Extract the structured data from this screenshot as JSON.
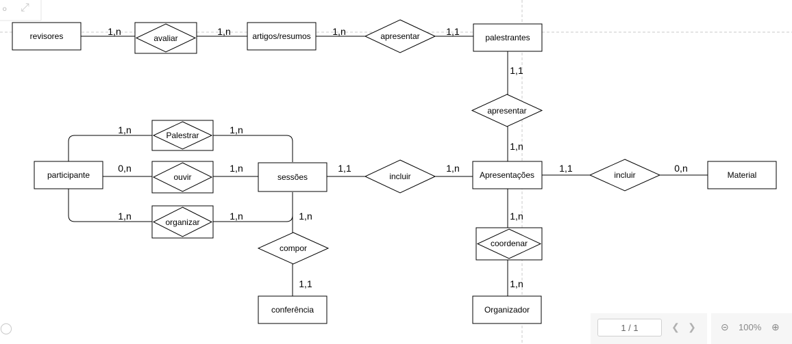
{
  "diagram": {
    "entities": {
      "revisores": "revisores",
      "artigos": "artigos/resumos",
      "palestrantes": "palestrantes",
      "participante": "participante",
      "sessoes": "sessões",
      "apresentacoes": "Apresentações",
      "material": "Material",
      "conferencia": "conferência",
      "organizador": "Organizador"
    },
    "relationships": {
      "avaliar": "avaliar",
      "apresentar_top": "apresentar",
      "apresentar_mid": "apresentar",
      "palestrar": "Palestrar",
      "ouvir": "ouvir",
      "organizar": "organizar",
      "incluir_sessoes": "incluir",
      "incluir_material": "incluir",
      "compor": "compor",
      "coordenar": "coordenar"
    },
    "cardinalities": {
      "revisores_avaliar": "1,n",
      "avaliar_artigos": "1,n",
      "artigos_apresentar": "1,n",
      "apresentar_palestrantes": "1,1",
      "palestrantes_apresentar": "1,1",
      "apresentar_apresentacoes": "1,n",
      "participante_palestrar": "1,n",
      "palestrar_sessoes": "1,n",
      "participante_ouvir": "0,n",
      "ouvir_sessoes": "1,n",
      "participante_organizar": "1,n",
      "organizar_sessoes": "1,n",
      "sessoes_incluir": "1,1",
      "incluir_apresentacoes": "1,n",
      "apresentacoes_incluir": "1,1",
      "incluir_material": "0,n",
      "sessoes_compor": "1,n",
      "compor_conferencia": "1,1",
      "apresentacoes_coordenar": "1,n",
      "coordenar_organizador": "1,n"
    }
  },
  "viewer": {
    "page_indicator": "1 / 1",
    "zoom_level": "100%",
    "icons": {
      "prev": "chevron-left-icon",
      "next": "chevron-right-icon",
      "zoom_out": "zoom-out-icon",
      "zoom_in": "zoom-in-icon"
    }
  }
}
